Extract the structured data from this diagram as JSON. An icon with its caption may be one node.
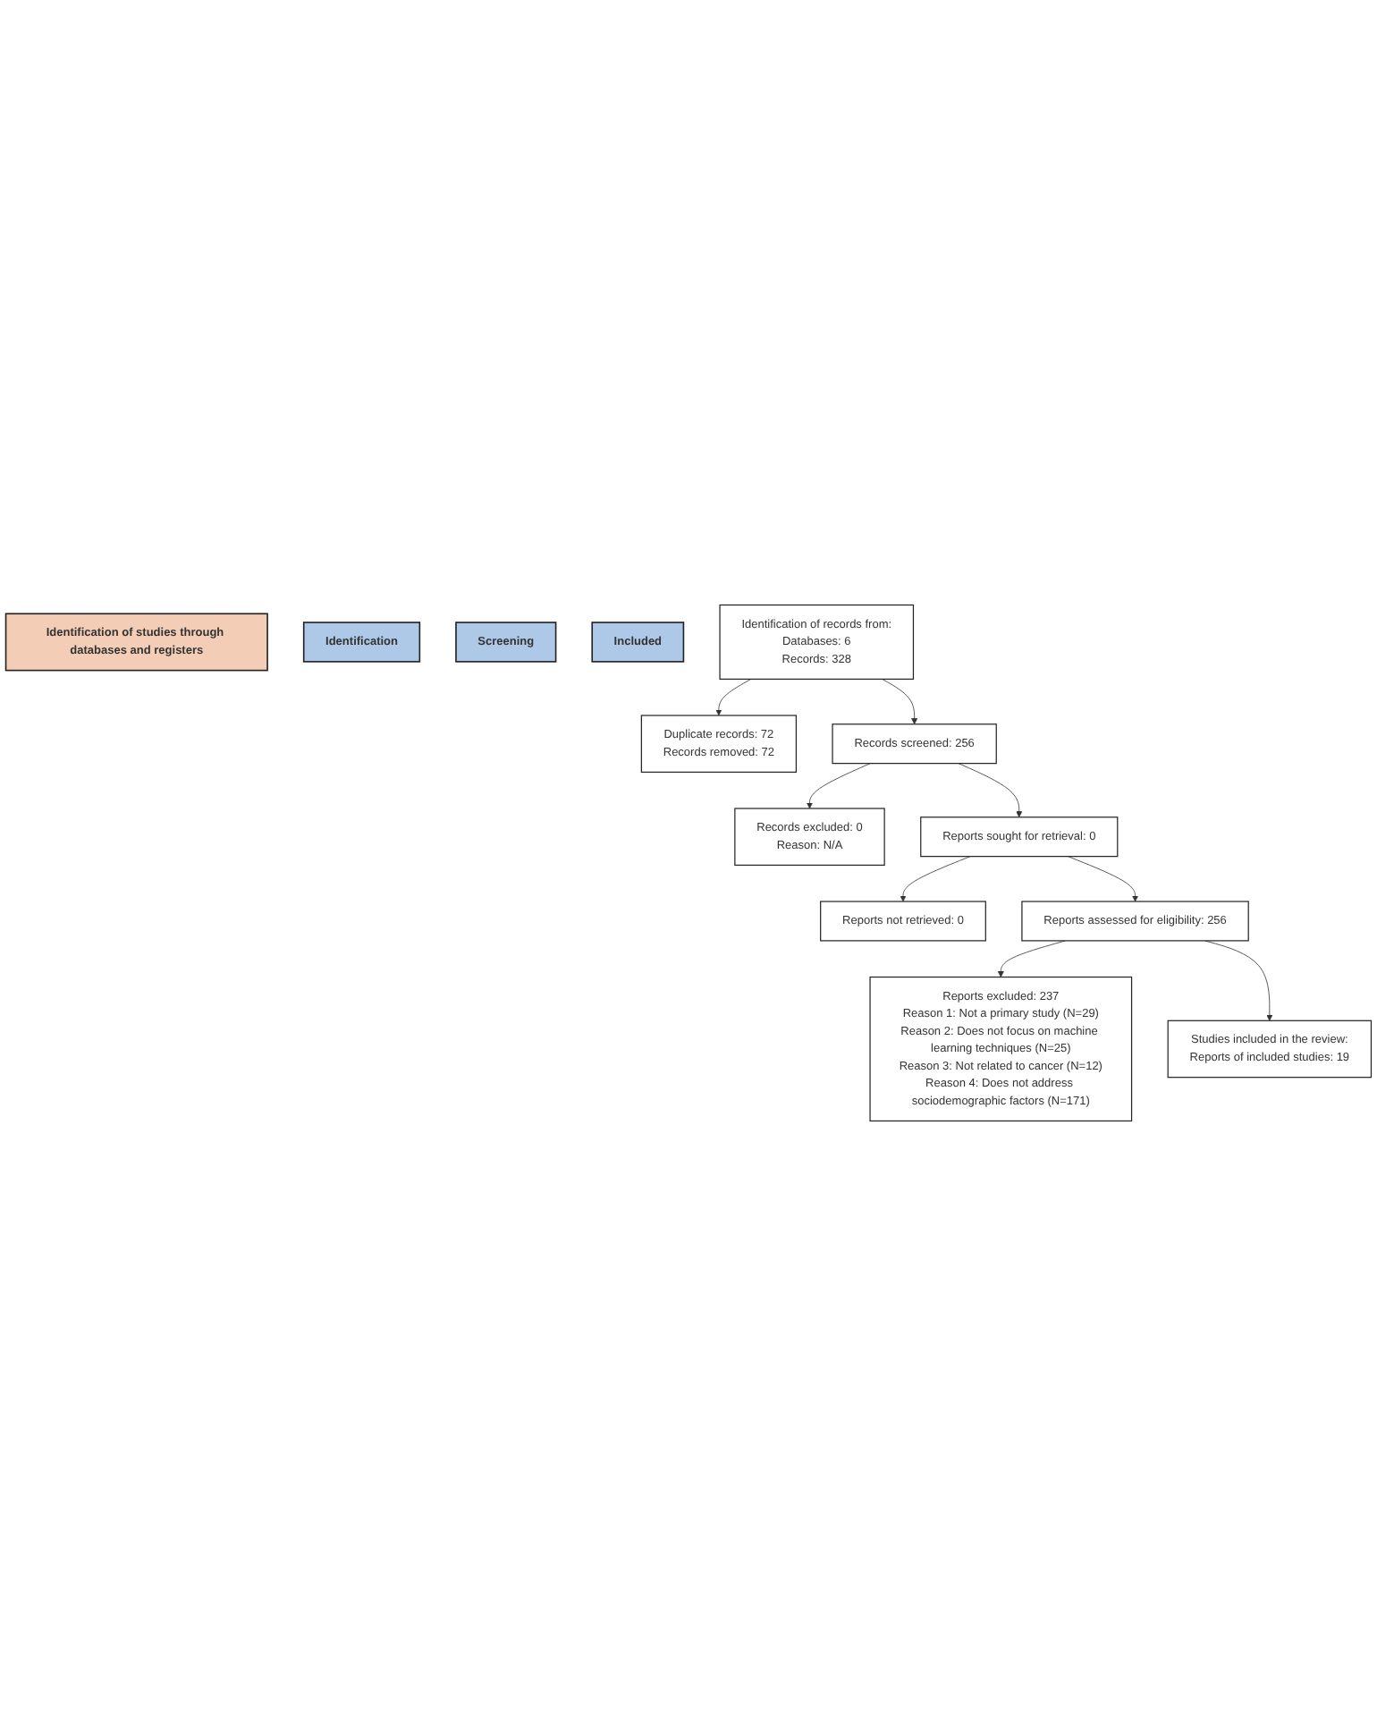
{
  "diagram": {
    "nodes": [
      {
        "text": [
          "Identification of studies through databases and registers"
        ]
      },
      {
        "text": [
          "Identification"
        ]
      },
      {
        "text": [
          "Screening"
        ]
      },
      {
        "text": [
          "Included"
        ]
      },
      {
        "text": [
          "Identification of records from:",
          "Databases: 6",
          "Records: 328"
        ]
      },
      {
        "text": [
          "Duplicate records: 72",
          "Records removed: 72"
        ]
      },
      {
        "text": [
          "Records screened: 256"
        ]
      },
      {
        "text": [
          "Records excluded: 0",
          "Reason: N/A"
        ]
      },
      {
        "text": [
          "Reports sought for retrieval: 0"
        ]
      },
      {
        "text": [
          "Reports not retrieved: 0"
        ]
      },
      {
        "text": [
          "Reports assessed for eligibility: 256"
        ]
      },
      {
        "text": [
          "Reports excluded: 237",
          "Reason 1: Not a primary study (N=29)",
          "Reason 2: Does not focus on machine learning techniques (N=25)",
          "Reason 3: Not related to cancer (N=12)",
          "Reason 4: Does not address sociodemographic factors (N=171)"
        ]
      },
      {
        "text": [
          "Studies included in the review:",
          "Reports of included studies: 19"
        ]
      }
    ],
    "edges": [
      {
        "from": 4,
        "to": 5,
        "arrow": "to"
      },
      {
        "from": 4,
        "to": 6,
        "arrow": "to"
      },
      {
        "from": 6,
        "to": 7,
        "arrow": "to"
      },
      {
        "from": 6,
        "to": 8,
        "arrow": "to"
      },
      {
        "from": 8,
        "to": 9,
        "arrow": "to"
      },
      {
        "from": 8,
        "to": 10,
        "arrow": "to"
      },
      {
        "from": 10,
        "to": 11,
        "arrow": "to"
      },
      {
        "from": 10,
        "to": 12,
        "arrow": "to"
      }
    ]
  }
}
